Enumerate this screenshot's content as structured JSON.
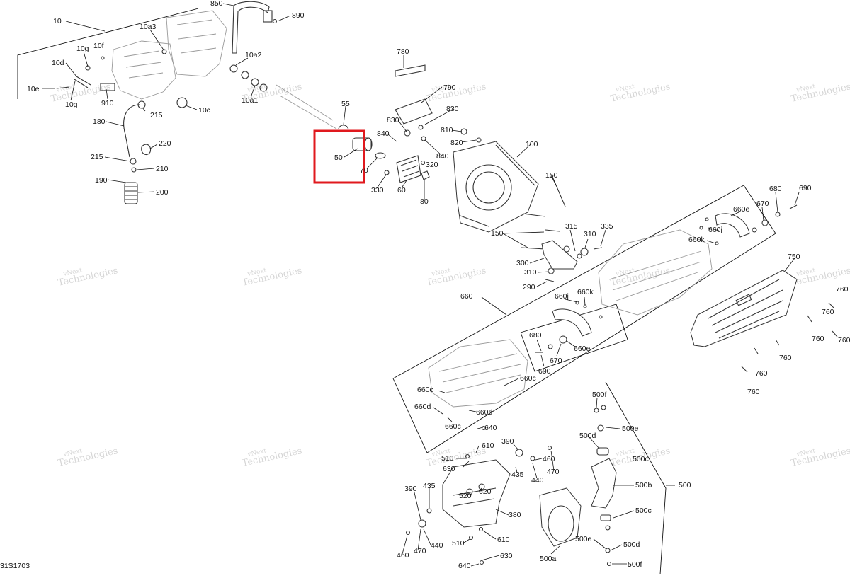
{
  "diagram": {
    "ref_code": "31S1703",
    "watermark": {
      "line1": "vNext",
      "line2": "Technologies"
    },
    "highlight_color": "#e0191e",
    "labels": [
      "10",
      "10a3",
      "10g",
      "10f",
      "10d",
      "10e",
      "10g",
      "910",
      "215",
      "10c",
      "180",
      "220",
      "215",
      "210",
      "190",
      "200",
      "850",
      "890",
      "10a2",
      "10a1",
      "55",
      "50",
      "70",
      "780",
      "790",
      "830",
      "830",
      "840",
      "810",
      "820",
      "840",
      "320",
      "330",
      "60",
      "80",
      "100",
      "150",
      "150",
      "315",
      "310",
      "335",
      "300",
      "310",
      "290",
      "680",
      "690",
      "670",
      "660e",
      "660j",
      "660k",
      "660",
      "660j",
      "660k",
      "680",
      "670",
      "690",
      "660e",
      "660c",
      "660d",
      "660c",
      "660d",
      "660c",
      "750",
      "760",
      "760",
      "760",
      "760",
      "760",
      "760",
      "760",
      "500f",
      "500e",
      "500d",
      "500c",
      "500b",
      "500",
      "500c",
      "500e",
      "500d",
      "500f",
      "500a",
      "640",
      "610",
      "510",
      "630",
      "620",
      "520",
      "390",
      "435",
      "460",
      "440",
      "470",
      "380",
      "390",
      "435",
      "440",
      "470",
      "460",
      "510",
      "610",
      "630",
      "640"
    ]
  }
}
